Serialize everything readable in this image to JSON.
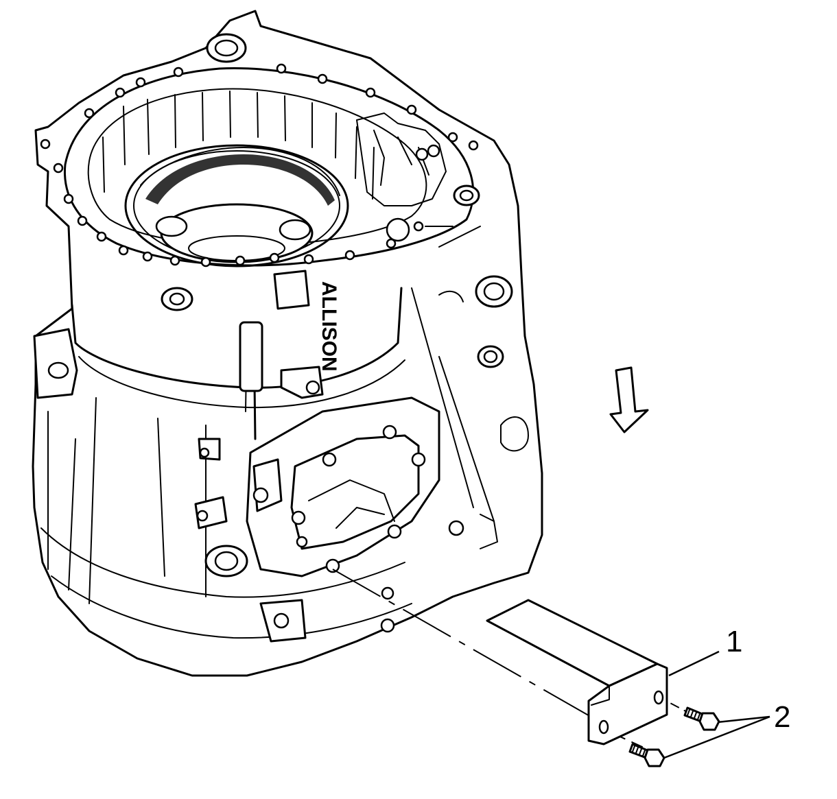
{
  "callouts": {
    "bracket": "1",
    "bolts": "2"
  },
  "housing": {
    "cast_mark": "ALLISON"
  },
  "install_direction_icon": "arrow-down-icon"
}
